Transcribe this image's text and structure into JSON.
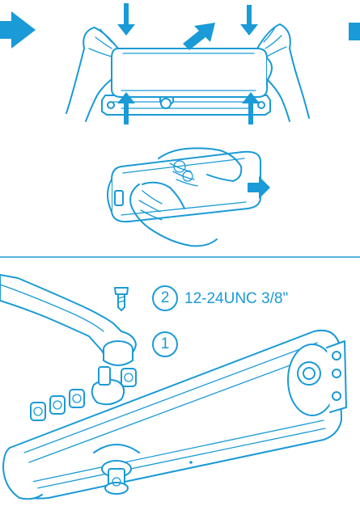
{
  "colors": {
    "line": "#1a9ad6",
    "background": "#ffffff"
  },
  "labels": {
    "step1": "1",
    "step2": "2",
    "screw_spec": "12-24UNC 3/8\""
  },
  "icons": [
    "right-arrow-icon",
    "down-arrow-icon",
    "up-arrow-icon",
    "screw-icon"
  ]
}
